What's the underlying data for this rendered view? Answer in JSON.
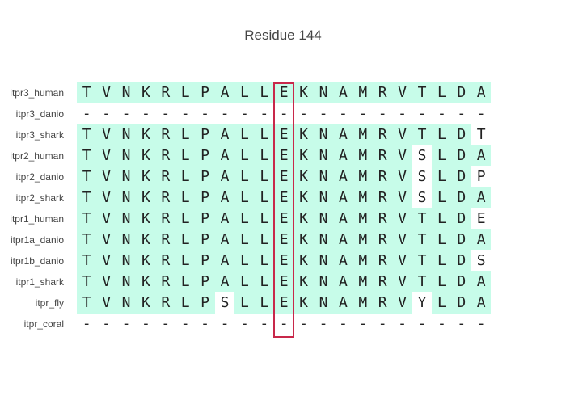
{
  "title": "Residue 144",
  "highlight_column_index": 10,
  "colors": {
    "match": "#c7fce9",
    "highlight": "#c8284a"
  },
  "rows": [
    {
      "label": "itpr3_human",
      "residues": [
        "T",
        "V",
        "N",
        "K",
        "R",
        "L",
        "P",
        "A",
        "L",
        "L",
        "E",
        "K",
        "N",
        "A",
        "M",
        "R",
        "V",
        "T",
        "L",
        "D",
        "A"
      ],
      "match": [
        1,
        1,
        1,
        1,
        1,
        1,
        1,
        1,
        1,
        1,
        1,
        1,
        1,
        1,
        1,
        1,
        1,
        1,
        1,
        1,
        1
      ]
    },
    {
      "label": "itpr3_danio",
      "residues": [
        "-",
        "-",
        "-",
        "-",
        "-",
        "-",
        "-",
        "-",
        "-",
        "-",
        "-",
        "-",
        "-",
        "-",
        "-",
        "-",
        "-",
        "-",
        "-",
        "-",
        "-"
      ],
      "match": [
        0,
        0,
        0,
        0,
        0,
        0,
        0,
        0,
        0,
        0,
        0,
        0,
        0,
        0,
        0,
        0,
        0,
        0,
        0,
        0,
        0
      ]
    },
    {
      "label": "itpr3_shark",
      "residues": [
        "T",
        "V",
        "N",
        "K",
        "R",
        "L",
        "P",
        "A",
        "L",
        "L",
        "E",
        "K",
        "N",
        "A",
        "M",
        "R",
        "V",
        "T",
        "L",
        "D",
        "T"
      ],
      "match": [
        1,
        1,
        1,
        1,
        1,
        1,
        1,
        1,
        1,
        1,
        1,
        1,
        1,
        1,
        1,
        1,
        1,
        1,
        1,
        1,
        0
      ]
    },
    {
      "label": "itpr2_human",
      "residues": [
        "T",
        "V",
        "N",
        "K",
        "R",
        "L",
        "P",
        "A",
        "L",
        "L",
        "E",
        "K",
        "N",
        "A",
        "M",
        "R",
        "V",
        "S",
        "L",
        "D",
        "A"
      ],
      "match": [
        1,
        1,
        1,
        1,
        1,
        1,
        1,
        1,
        1,
        1,
        1,
        1,
        1,
        1,
        1,
        1,
        1,
        0,
        1,
        1,
        1
      ]
    },
    {
      "label": "itpr2_danio",
      "residues": [
        "T",
        "V",
        "N",
        "K",
        "R",
        "L",
        "P",
        "A",
        "L",
        "L",
        "E",
        "K",
        "N",
        "A",
        "M",
        "R",
        "V",
        "S",
        "L",
        "D",
        "P"
      ],
      "match": [
        1,
        1,
        1,
        1,
        1,
        1,
        1,
        1,
        1,
        1,
        1,
        1,
        1,
        1,
        1,
        1,
        1,
        0,
        1,
        1,
        0
      ]
    },
    {
      "label": "itpr2_shark",
      "residues": [
        "T",
        "V",
        "N",
        "K",
        "R",
        "L",
        "P",
        "A",
        "L",
        "L",
        "E",
        "K",
        "N",
        "A",
        "M",
        "R",
        "V",
        "S",
        "L",
        "D",
        "A"
      ],
      "match": [
        1,
        1,
        1,
        1,
        1,
        1,
        1,
        1,
        1,
        1,
        1,
        1,
        1,
        1,
        1,
        1,
        1,
        0,
        1,
        1,
        1
      ]
    },
    {
      "label": "itpr1_human",
      "residues": [
        "T",
        "V",
        "N",
        "K",
        "R",
        "L",
        "P",
        "A",
        "L",
        "L",
        "E",
        "K",
        "N",
        "A",
        "M",
        "R",
        "V",
        "T",
        "L",
        "D",
        "E"
      ],
      "match": [
        1,
        1,
        1,
        1,
        1,
        1,
        1,
        1,
        1,
        1,
        1,
        1,
        1,
        1,
        1,
        1,
        1,
        1,
        1,
        1,
        0
      ]
    },
    {
      "label": "itpr1a_danio",
      "residues": [
        "T",
        "V",
        "N",
        "K",
        "R",
        "L",
        "P",
        "A",
        "L",
        "L",
        "E",
        "K",
        "N",
        "A",
        "M",
        "R",
        "V",
        "T",
        "L",
        "D",
        "A"
      ],
      "match": [
        1,
        1,
        1,
        1,
        1,
        1,
        1,
        1,
        1,
        1,
        1,
        1,
        1,
        1,
        1,
        1,
        1,
        1,
        1,
        1,
        1
      ]
    },
    {
      "label": "itpr1b_danio",
      "residues": [
        "T",
        "V",
        "N",
        "K",
        "R",
        "L",
        "P",
        "A",
        "L",
        "L",
        "E",
        "K",
        "N",
        "A",
        "M",
        "R",
        "V",
        "T",
        "L",
        "D",
        "S"
      ],
      "match": [
        1,
        1,
        1,
        1,
        1,
        1,
        1,
        1,
        1,
        1,
        1,
        1,
        1,
        1,
        1,
        1,
        1,
        1,
        1,
        1,
        0
      ]
    },
    {
      "label": "itpr1_shark",
      "residues": [
        "T",
        "V",
        "N",
        "K",
        "R",
        "L",
        "P",
        "A",
        "L",
        "L",
        "E",
        "K",
        "N",
        "A",
        "M",
        "R",
        "V",
        "T",
        "L",
        "D",
        "A"
      ],
      "match": [
        1,
        1,
        1,
        1,
        1,
        1,
        1,
        1,
        1,
        1,
        1,
        1,
        1,
        1,
        1,
        1,
        1,
        1,
        1,
        1,
        1
      ]
    },
    {
      "label": "itpr_fly",
      "residues": [
        "T",
        "V",
        "N",
        "K",
        "R",
        "L",
        "P",
        "S",
        "L",
        "L",
        "E",
        "K",
        "N",
        "A",
        "M",
        "R",
        "V",
        "Y",
        "L",
        "D",
        "A"
      ],
      "match": [
        1,
        1,
        1,
        1,
        1,
        1,
        1,
        0,
        1,
        1,
        1,
        1,
        1,
        1,
        1,
        1,
        1,
        0,
        1,
        1,
        1
      ]
    },
    {
      "label": "itpr_coral",
      "residues": [
        "-",
        "-",
        "-",
        "-",
        "-",
        "-",
        "-",
        "-",
        "-",
        "-",
        "-",
        "-",
        "-",
        "-",
        "-",
        "-",
        "-",
        "-",
        "-",
        "-",
        "-"
      ],
      "match": [
        0,
        0,
        0,
        0,
        0,
        0,
        0,
        0,
        0,
        0,
        0,
        0,
        0,
        0,
        0,
        0,
        0,
        0,
        0,
        0,
        0
      ]
    }
  ]
}
